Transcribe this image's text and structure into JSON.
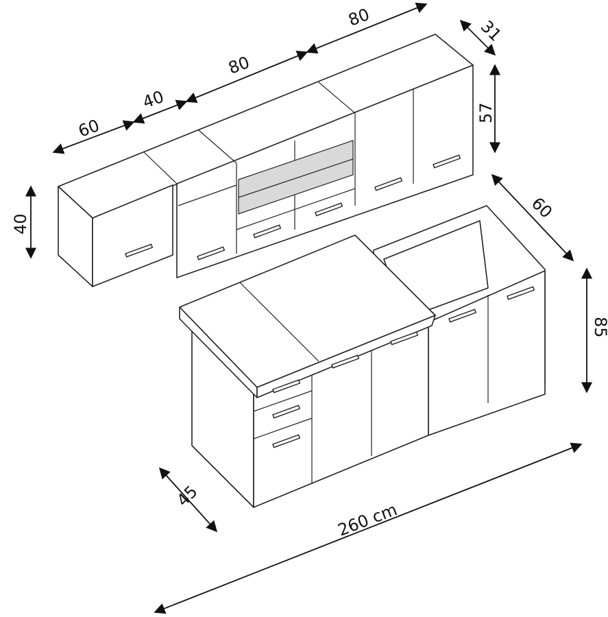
{
  "dimensions": {
    "upper_left_width": "60",
    "upper_narrow_width": "40",
    "upper_glass_width": "80",
    "upper_right_width": "80",
    "upper_depth": "31",
    "upper_height": "57",
    "hood_cabinet_height": "40",
    "base_depth": "60",
    "base_height": "85",
    "island_depth": "45",
    "total_length": "260 cm"
  }
}
